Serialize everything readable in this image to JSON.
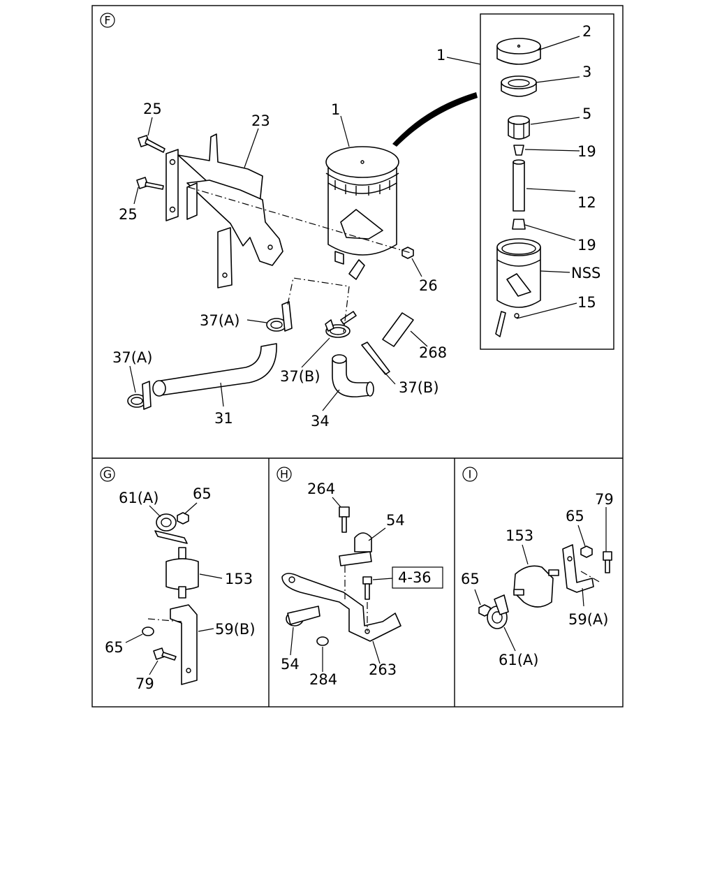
{
  "panels": {
    "F": {
      "letter": "F",
      "callouts": {
        "c1a": "1",
        "c1b": "1",
        "c2": "2",
        "c3": "3",
        "c5": "5",
        "c19a": "19",
        "c12": "12",
        "c19b": "19",
        "cnss": "NSS",
        "c15": "15",
        "c25a": "25",
        "c25b": "25",
        "c23": "23",
        "c26": "26",
        "c37a1": "37(A)",
        "c37a2": "37(A)",
        "c37b1": "37(B)",
        "c37b2": "37(B)",
        "c268": "268",
        "c31": "31",
        "c34": "34"
      }
    },
    "G": {
      "letter": "G",
      "callouts": {
        "c61a": "61(A)",
        "c65a": "65",
        "c153": "153",
        "c59b": "59(B)",
        "c65b": "65",
        "c79": "79"
      }
    },
    "H": {
      "letter": "H",
      "callouts": {
        "c264": "264",
        "c54a": "54",
        "ref": "4-36",
        "c54b": "54",
        "c284": "284",
        "c263": "263"
      }
    },
    "I": {
      "letter": "I",
      "callouts": {
        "c79": "79",
        "c65a": "65",
        "c153": "153",
        "c65b": "65",
        "c59a": "59(A)",
        "c61a": "61(A)"
      }
    }
  }
}
